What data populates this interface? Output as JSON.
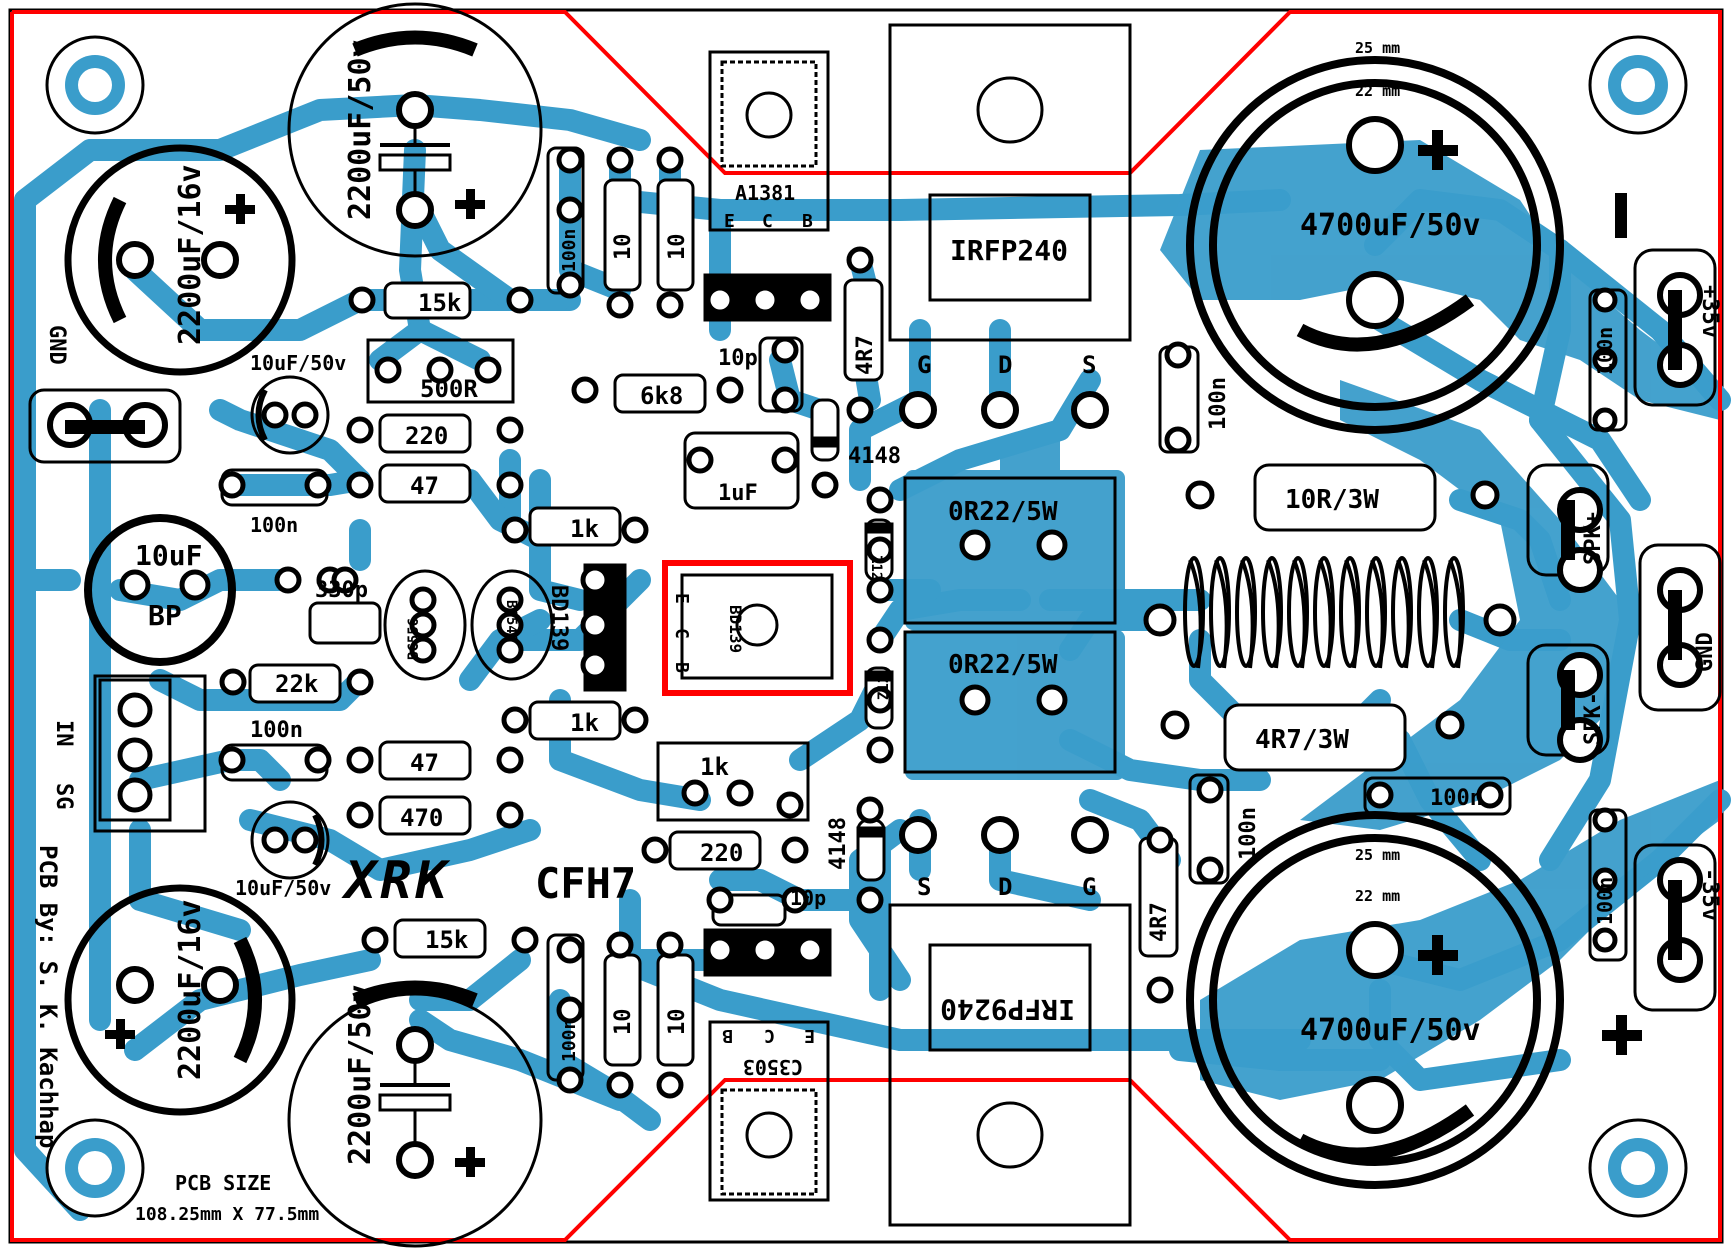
{
  "colors": {
    "trace": "#3a9dcb",
    "outline": "#ff0000",
    "silk": "#000000",
    "pad": "#ffffff",
    "board": "#ffffff"
  },
  "board": {
    "label_size": "PCB SIZE",
    "size": "108.25mm X 77.5mm",
    "credit": "PCB By: S. K. Kachhap",
    "logo": "XRK",
    "model": "CFH7"
  },
  "connectors": {
    "gnd_left": "GND",
    "in": "IN",
    "sg": "SG",
    "plus35": "+35v",
    "minus35": "-35v",
    "spk_plus": "SPK+",
    "spk_minus": "SPK-",
    "gnd_right": "GND"
  },
  "caps": {
    "c2200_a": "2200uF/50v",
    "c2200_b": "2200uF/16v",
    "c10_a": "10uF/50v",
    "c100n_a": "100n",
    "c10bp": "10uF",
    "bp": "BP",
    "c330p": "330p",
    "c100n_b": "100n",
    "c10_b": "10uF/50v",
    "c2200_c": "2200uF/16v",
    "c2200_d": "2200uF/50v",
    "c100n_q1": "100n",
    "c100n_q2": "100n",
    "c10p_a": "10p",
    "c1u": "1uF",
    "c10p_b": "10p",
    "c100n_r": "100n",
    "c100n_r2": "100n",
    "c100n_spk": "100n",
    "c100n_r3": "100n",
    "c4700_a": "4700uF/50v",
    "c4700_b": "4700uF/50v",
    "dim25_a": "25 mm",
    "dim22_a": "22 mm",
    "dim25_b": "25 mm",
    "dim22_b": "22 mm"
  },
  "resistors": {
    "r15k_a": "15k",
    "r500": "500R",
    "r220_a": "220",
    "r47_a": "47",
    "r22k": "22k",
    "r47_b": "47",
    "r470": "470",
    "r15k_b": "15k",
    "r10_a": "10",
    "r10_b": "10",
    "r10_c": "10",
    "r10_d": "10",
    "r6k8": "6k8",
    "r4r7_a": "4R7",
    "r1k_a": "1k",
    "r1k_b": "1k",
    "r1k_pot": "1k",
    "r220_b": "220",
    "r4r7_b": "4R7",
    "r0r22_a": "0R22/5W",
    "r0r22_b": "0R22/5W",
    "r10r3w": "10R/3W",
    "r4r73w": "4R7/3W"
  },
  "semis": {
    "a1381": "A1381",
    "c3503": "C3503",
    "irfp240": "IRFP240",
    "irfp9240": "IRFP9240",
    "bd139_a": "BD139",
    "bd139_b": "BD139",
    "bc556": "BC556",
    "bc546": "BC546",
    "d4148_a": "4148",
    "d4148_b": "4148",
    "z12_a": "Z12",
    "z12_b": "Z12",
    "pin_e": "E",
    "pin_c": "C",
    "pin_b": "B",
    "pin_g": "G",
    "pin_d": "D",
    "pin_s": "S"
  }
}
